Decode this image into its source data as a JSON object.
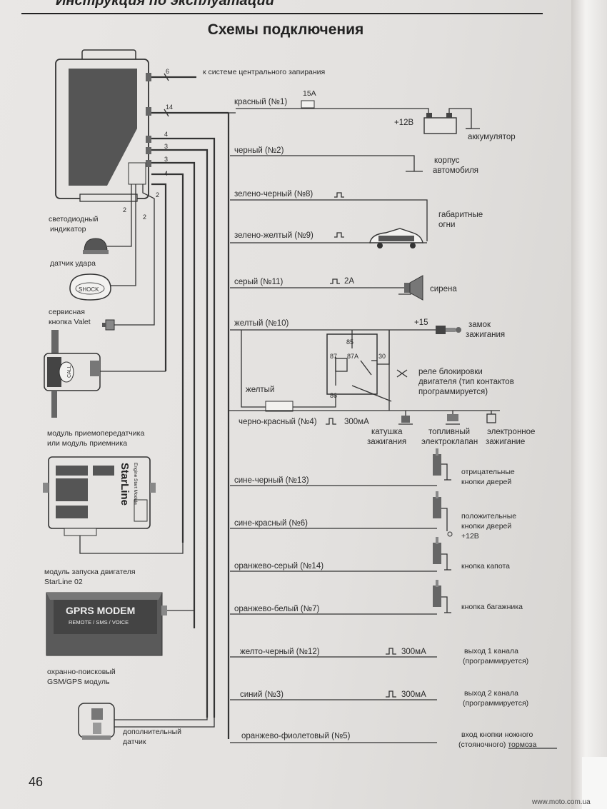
{
  "header": {
    "title": "Инструкция по эксплуатации"
  },
  "page_title": "Схемы подключения",
  "page_number": "46",
  "watermark": "www.moto.com.ua",
  "left_devices": {
    "led": "светодиодный индикатор",
    "led_line1": "светодиодный",
    "led_line2": "индикатор",
    "shock_sensor": "датчик удара",
    "shock_label": "SHOCK",
    "valet_line1": "сервисная",
    "valet_line2": "кнопка Valet",
    "transceiver_line1": "модуль приемопередатчика",
    "transceiver_line2": "или модуль приемника",
    "transceiver_badge": "CALL",
    "starline_brand": "StarLine",
    "starline_sub": "Engine Start Module",
    "starline_line1": "модуль запуска двигателя",
    "starline_line2": "StarLine 02",
    "gprs_title": "GPRS MODEM",
    "gprs_sub": "REMOTE / SMS / VOICE",
    "gsm_line1": "охранно-поисковый",
    "gsm_line2": "GSM/GPS модуль",
    "extra_line1": "дополнительный",
    "extra_line2": "датчик"
  },
  "connector_counts": {
    "c6": "6",
    "c14": "14",
    "c4a": "4",
    "c3a": "3",
    "c3b": "3",
    "c4b": "4",
    "c2a": "2",
    "c2b": "2",
    "c2c": "2"
  },
  "top": {
    "central_locking": "к системе центрального запирания",
    "red": "красный (№1)",
    "fuse": "15A",
    "plus12": "+12В",
    "battery": "аккумулятор",
    "black": "черный (№2)",
    "body_line1": "корпус",
    "body_line2": "автомобиля",
    "green_black": "зелено-черный (№8)",
    "green_yellow": "зелено-желтый (№9)",
    "parking_line1": "габаритные",
    "parking_line2": "огни",
    "grey": "серый (№11)",
    "grey_current": "2А",
    "siren": "сирена",
    "yellow": "желтый (№10)",
    "plus15": "+15",
    "ign_line1": "замок",
    "ign_line2": "зажигания"
  },
  "relay": {
    "p85": "85",
    "p87": "87",
    "p87a": "87A",
    "p30": "30",
    "p86": "86",
    "yellow_label": "желтый",
    "blk_red": "черно-красный (№4)",
    "blk_red_current": "300мА",
    "desc_line1": "реле блокировки",
    "desc_line2": "двигателя (тип контактов",
    "desc_line3": "программируется)",
    "coil_line1": "катушка",
    "coil_line2": "зажигания",
    "fuel_line1": "топливный",
    "fuel_line2": "электроклапан",
    "elec_line1": "электронное",
    "elec_line2": "зажигание"
  },
  "bottom": {
    "blue_black": "сине-черный (№13)",
    "neg_doors_line1": "отрицательные",
    "neg_doors_line2": "кнопки дверей",
    "blue_red": "сине-красный (№6)",
    "pos_doors_line1": "положительные",
    "pos_doors_line2": "кнопки дверей",
    "pos_doors_line3": "+12В",
    "orange_grey": "оранжево-серый (№14)",
    "hood": "кнопка капота",
    "orange_white": "оранжево-белый (№7)",
    "trunk": "кнопка багажника",
    "yellow_black": "желто-черный (№12)",
    "out1_current": "300мА",
    "out1_line1": "выход 1 канала",
    "out1_line2": "(программируется)",
    "blue": "синий (№3)",
    "out2_current": "300мА",
    "out2_line1": "выход 2 канала",
    "out2_line2": "(программируется)",
    "orange_violet": "оранжево-фиолетовый (№5)",
    "brake_line1": "вход кнопки ножного",
    "brake_line2": "(стояночного) тормоза"
  }
}
